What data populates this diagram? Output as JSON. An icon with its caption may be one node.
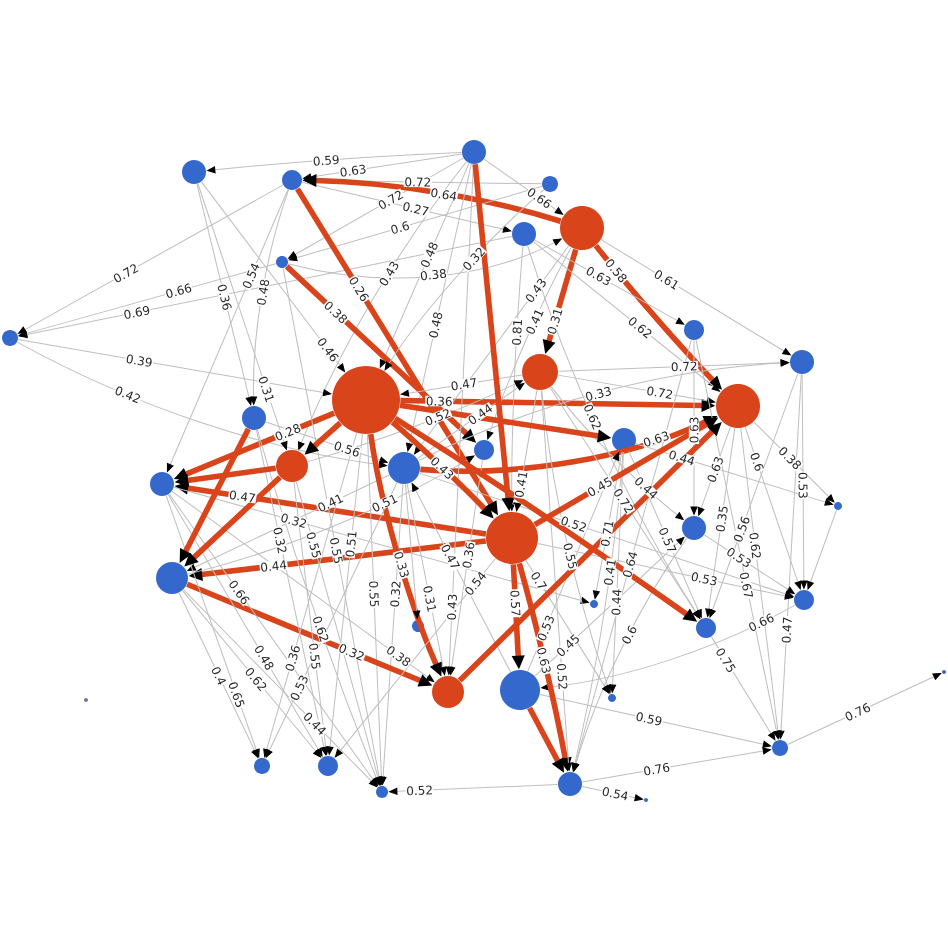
{
  "diagram": {
    "nodes": [
      {
        "text": [],
        "shape": "circle"
      },
      {
        "text": [],
        "shape": "circle"
      },
      {
        "text": [],
        "shape": "circle"
      },
      {
        "text": [],
        "shape": "circle"
      },
      {
        "text": [],
        "shape": "circle"
      },
      {
        "text": [],
        "shape": "circle"
      },
      {
        "text": [],
        "shape": "circle"
      },
      {
        "text": [],
        "shape": "circle"
      },
      {
        "text": [],
        "shape": "circle"
      },
      {
        "text": [],
        "shape": "circle"
      },
      {
        "text": [],
        "shape": "circle"
      },
      {
        "text": [],
        "shape": "circle"
      },
      {
        "text": [],
        "shape": "circle"
      },
      {
        "text": [],
        "shape": "circle"
      },
      {
        "text": [],
        "shape": "circle"
      },
      {
        "text": [],
        "shape": "circle"
      },
      {
        "text": [],
        "shape": "circle"
      },
      {
        "text": [],
        "shape": "circle"
      },
      {
        "text": [],
        "shape": "circle"
      },
      {
        "text": [],
        "shape": "circle"
      },
      {
        "text": [],
        "shape": "circle"
      },
      {
        "text": [],
        "shape": "circle"
      },
      {
        "text": [],
        "shape": "circle"
      },
      {
        "text": [],
        "shape": "circle"
      },
      {
        "text": [],
        "shape": "circle"
      },
      {
        "text": [],
        "shape": "circle"
      },
      {
        "text": [],
        "shape": "circle"
      },
      {
        "text": [],
        "shape": "circle"
      },
      {
        "text": [],
        "shape": "circle"
      },
      {
        "text": [],
        "shape": "circle"
      },
      {
        "text": [],
        "shape": "circle"
      },
      {
        "text": [],
        "shape": "circle"
      },
      {
        "text": [],
        "shape": "circle"
      },
      {
        "text": [],
        "shape": "circle"
      },
      {
        "text": [],
        "shape": "circle"
      },
      {
        "text": [],
        "shape": "circle"
      },
      {
        "text": [],
        "shape": "circle"
      },
      {
        "text": [],
        "shape": "circle"
      }
    ],
    "edges": [
      {
        "from": 0,
        "to": 1,
        "arrow": "to",
        "label": "0.59"
      },
      {
        "from": 0,
        "to": 2,
        "arrow": "to",
        "label": "0.63"
      },
      {
        "from": 3,
        "to": 2,
        "arrow": "to",
        "label": "0.72"
      },
      {
        "from": 0,
        "to": 6,
        "arrow": "to",
        "label": "0.72"
      },
      {
        "from": 2,
        "to": 5,
        "arrow": "to",
        "label": "0.27"
      },
      {
        "from": 4,
        "to": 2,
        "arrow": "to",
        "label": "0.64",
        "style": "thick",
        "color": "#d9441a"
      },
      {
        "from": 3,
        "to": 6,
        "arrow": "to",
        "label": "0.6"
      },
      {
        "from": 6,
        "to": 4,
        "arrow": "to",
        "label": "0.38"
      },
      {
        "from": 0,
        "to": 16,
        "arrow": "to",
        "label": "0.43"
      },
      {
        "from": 0,
        "to": 11,
        "arrow": "to",
        "label": "0.48"
      },
      {
        "from": 0,
        "to": 17,
        "arrow": "to",
        "label": "0.48"
      },
      {
        "from": 2,
        "to": 8,
        "arrow": "to",
        "label": "0.72"
      },
      {
        "from": 5,
        "to": 8,
        "arrow": "to",
        "label": "0.69"
      },
      {
        "from": 6,
        "to": 8,
        "arrow": "to",
        "label": "0.66"
      },
      {
        "from": 8,
        "to": 11,
        "arrow": "to",
        "label": "0.39"
      },
      {
        "from": 8,
        "to": 17,
        "arrow": "to",
        "label": "0.42"
      },
      {
        "from": 2,
        "to": 18,
        "arrow": "to",
        "label": "0.54"
      },
      {
        "from": 1,
        "to": 13,
        "arrow": "to",
        "label": "0.36"
      },
      {
        "from": 1,
        "to": 16,
        "arrow": "to",
        "label": "0.31"
      },
      {
        "from": 2,
        "to": 13,
        "arrow": "to",
        "label": "0.48"
      },
      {
        "from": 2,
        "to": 21,
        "arrow": "to",
        "label": "0.26",
        "style": "thick",
        "color": "#d9441a"
      },
      {
        "from": 6,
        "to": 15,
        "arrow": "to",
        "label": "0.38",
        "style": "thick",
        "color": "#d9441a"
      },
      {
        "from": 1,
        "to": 11,
        "arrow": "to",
        "label": "0.46"
      },
      {
        "from": 11,
        "to": 12,
        "arrow": "to",
        "label": "0.36",
        "style": "thick",
        "color": "#d9441a"
      },
      {
        "from": 11,
        "to": 18,
        "arrow": "to",
        "label": "0.28",
        "style": "thick",
        "color": "#d9441a"
      },
      {
        "from": 13,
        "to": 17,
        "arrow": "to",
        "label": "0.56"
      },
      {
        "from": 3,
        "to": 11,
        "arrow": "to",
        "label": "0.32"
      },
      {
        "from": 0,
        "to": 4,
        "arrow": "to",
        "label": "0.66"
      },
      {
        "from": 4,
        "to": 17,
        "arrow": "to",
        "label": "0.43"
      },
      {
        "from": 4,
        "to": 15,
        "arrow": "to",
        "label": "0.41"
      },
      {
        "from": 5,
        "to": 21,
        "arrow": "to",
        "label": "0.81"
      },
      {
        "from": 4,
        "to": 10,
        "arrow": "to",
        "label": "0.31",
        "style": "thick",
        "color": "#d9441a"
      },
      {
        "from": 4,
        "to": 12,
        "arrow": "to",
        "label": "0.58",
        "style": "thick",
        "color": "#d9441a"
      },
      {
        "from": 4,
        "to": 9,
        "arrow": "to",
        "label": "0.61"
      },
      {
        "from": 5,
        "to": 12,
        "arrow": "to",
        "label": "0.62"
      },
      {
        "from": 5,
        "to": 7,
        "arrow": "to",
        "label": "0.63"
      },
      {
        "from": 10,
        "to": 9,
        "arrow": "to",
        "label": "0.72"
      },
      {
        "from": 10,
        "to": 12,
        "arrow": "to",
        "label": "0.72"
      },
      {
        "from": 10,
        "to": 11,
        "arrow": "to",
        "label": "0.47"
      },
      {
        "from": 16,
        "to": 10,
        "arrow": "to",
        "label": "0.52"
      },
      {
        "from": 17,
        "to": 10,
        "arrow": "to",
        "label": "0.44"
      },
      {
        "from": 17,
        "to": 9,
        "arrow": "to",
        "label": "0.33"
      },
      {
        "from": 17,
        "to": 12,
        "arrow": "to",
        "label": "0.63",
        "style": "thick",
        "color": "#d9441a"
      },
      {
        "from": 21,
        "to": 18,
        "arrow": "to",
        "label": "0.47",
        "style": "thick",
        "color": "#d9441a"
      },
      {
        "from": 18,
        "to": 24,
        "arrow": "to",
        "label": "0.32"
      },
      {
        "from": 21,
        "to": 22,
        "arrow": "to",
        "label": "0.44",
        "style": "thick",
        "color": "#d9441a"
      },
      {
        "from": 17,
        "to": 22,
        "arrow": "to",
        "label": "0.41"
      },
      {
        "from": 22,
        "to": 15,
        "arrow": "to",
        "label": "0.51"
      },
      {
        "from": 6,
        "to": 35,
        "arrow": "to",
        "label": "0.55"
      },
      {
        "from": 11,
        "to": 34,
        "arrow": "to",
        "label": "0.51"
      },
      {
        "from": 11,
        "to": 35,
        "arrow": "to",
        "label": "0.55"
      },
      {
        "from": 17,
        "to": 35,
        "arrow": "to",
        "label": "0.32"
      },
      {
        "from": 11,
        "to": 28,
        "arrow": "to",
        "label": "0.33",
        "style": "thick",
        "color": "#d9441a"
      },
      {
        "from": 17,
        "to": 28,
        "arrow": "to",
        "label": "0.31"
      },
      {
        "from": 22,
        "to": 28,
        "arrow": "to",
        "label": "0.32",
        "style": "thick",
        "color": "#d9441a"
      },
      {
        "from": 18,
        "to": 28,
        "arrow": "to",
        "label": "0.38"
      },
      {
        "from": 15,
        "to": 28,
        "arrow": "to",
        "label": "0.36"
      },
      {
        "from": 0,
        "to": 28,
        "arrow": "to",
        "label": "0.43"
      },
      {
        "from": 13,
        "to": 34,
        "arrow": "to",
        "label": "0.32"
      },
      {
        "from": 13,
        "to": 35,
        "arrow": "to",
        "label": "0.62"
      },
      {
        "from": 16,
        "to": 35,
        "arrow": "to",
        "label": "0.55"
      },
      {
        "from": 16,
        "to": 34,
        "arrow": "to",
        "label": "0.55"
      },
      {
        "from": 11,
        "to": 33,
        "arrow": "to",
        "label": "0.36"
      },
      {
        "from": 18,
        "to": 35,
        "arrow": "to",
        "label": "0.66"
      },
      {
        "from": 22,
        "to": 33,
        "arrow": "to",
        "label": "0.4"
      },
      {
        "from": 18,
        "to": 33,
        "arrow": "to",
        "label": "0.65"
      },
      {
        "from": 18,
        "to": 34,
        "arrow": "to",
        "label": "0.48"
      },
      {
        "from": 22,
        "to": 34,
        "arrow": "to",
        "label": "0.62"
      },
      {
        "from": 22,
        "to": 35,
        "arrow": "to",
        "label": "0.44"
      },
      {
        "from": 17,
        "to": 33,
        "arrow": "to",
        "label": "0.53"
      },
      {
        "from": 36,
        "to": 35,
        "arrow": "to",
        "label": "0.52"
      },
      {
        "from": 29,
        "to": 32,
        "arrow": "to",
        "label": "0.59"
      },
      {
        "from": 36,
        "to": 32,
        "arrow": "to",
        "label": "0.76"
      },
      {
        "from": 36,
        "to": 37,
        "arrow": "to",
        "label": "0.54"
      },
      {
        "from": 32,
        "to": 27,
        "arrow": "to",
        "label": "0.76"
      },
      {
        "from": 26,
        "to": 32,
        "arrow": "to",
        "label": "0.75"
      },
      {
        "from": 20,
        "to": 36,
        "arrow": "to",
        "label": "0.6"
      },
      {
        "from": 9,
        "to": 32,
        "arrow": "to",
        "label": "0.47"
      },
      {
        "from": 12,
        "to": 19,
        "arrow": "to",
        "label": "0.38"
      },
      {
        "from": 23,
        "to": 29,
        "arrow": "to",
        "label": "0.66"
      },
      {
        "from": 20,
        "to": 23,
        "arrow": "to",
        "label": "0.53"
      },
      {
        "from": 21,
        "to": 23,
        "arrow": "to",
        "label": "0.53"
      },
      {
        "from": 14,
        "to": 26,
        "arrow": "to",
        "label": "0.57"
      },
      {
        "from": 10,
        "to": 26,
        "arrow": "to",
        "label": "0.72"
      },
      {
        "from": 5,
        "to": 26,
        "arrow": "to",
        "label": "0.62"
      },
      {
        "from": 10,
        "to": 20,
        "arrow": "to",
        "label": "0.44"
      },
      {
        "from": 14,
        "to": 19,
        "arrow": "to",
        "label": "0.44"
      },
      {
        "from": 12,
        "to": 20,
        "arrow": "to",
        "label": "0.63"
      },
      {
        "from": 9,
        "to": 23,
        "arrow": "to",
        "label": "0.53"
      },
      {
        "from": 12,
        "to": 23,
        "arrow": "to",
        "label": "0.6"
      },
      {
        "from": 7,
        "to": 20,
        "arrow": "to",
        "label": "0.63"
      },
      {
        "from": 12,
        "to": 26,
        "arrow": "to",
        "label": "0.35"
      },
      {
        "from": 9,
        "to": 26,
        "arrow": "to",
        "label": "0.56"
      },
      {
        "from": 12,
        "to": 32,
        "arrow": "to",
        "label": "0.62"
      },
      {
        "from": 7,
        "to": 32,
        "arrow": "to",
        "label": "0.67"
      },
      {
        "from": 14,
        "to": 24,
        "arrow": "to",
        "label": "0.71"
      },
      {
        "from": 14,
        "to": 36,
        "arrow": "to",
        "label": "0.41"
      },
      {
        "from": 14,
        "to": 30,
        "arrow": "to",
        "label": "0.44"
      },
      {
        "from": 7,
        "to": 36,
        "arrow": "to",
        "label": "0.64"
      },
      {
        "from": 29,
        "to": 14,
        "arrow": "to",
        "label": "0.53"
      },
      {
        "from": 29,
        "to": 20,
        "arrow": "to",
        "label": "0.45"
      },
      {
        "from": 10,
        "to": 30,
        "arrow": "to",
        "label": "0.55"
      },
      {
        "from": 17,
        "to": 23,
        "arrow": "to",
        "label": "0.52"
      },
      {
        "from": 21,
        "to": 30,
        "arrow": "to",
        "label": "0.7"
      },
      {
        "from": 21,
        "to": 34,
        "arrow": "to",
        "label": "0.54"
      },
      {
        "from": 21,
        "to": 29,
        "arrow": "to",
        "label": "0.57",
        "style": "thick",
        "color": "#d9441a"
      },
      {
        "from": 29,
        "to": 17,
        "arrow": "to",
        "label": "0.47"
      },
      {
        "from": 21,
        "to": 36,
        "arrow": "to",
        "label": "0.63",
        "style": "thick",
        "color": "#d9441a"
      },
      {
        "from": 10,
        "to": 36,
        "arrow": "to",
        "label": "0.52"
      },
      {
        "from": 10,
        "to": 21,
        "arrow": "to",
        "label": "0.41"
      },
      {
        "from": 21,
        "to": 12,
        "arrow": "to",
        "label": "0.45",
        "style": "thick",
        "color": "#d9441a"
      },
      {
        "from": 11,
        "to": 21,
        "arrow": "to",
        "label": "0.43",
        "style": "thick",
        "color": "#d9441a"
      },
      {
        "from": 0,
        "to": 21,
        "arrow": "to",
        "style": "thick",
        "color": "#d9441a"
      },
      {
        "from": 28,
        "to": 12,
        "arrow": "to",
        "style": "thick",
        "color": "#d9441a"
      },
      {
        "from": 11,
        "to": 14,
        "arrow": "to",
        "style": "thick",
        "color": "#d9441a"
      },
      {
        "from": 11,
        "to": 26,
        "arrow": "to",
        "style": "thick",
        "color": "#d9441a"
      },
      {
        "from": 29,
        "to": 36,
        "arrow": "to",
        "style": "thick",
        "color": "#d9441a"
      },
      {
        "from": 16,
        "to": 22,
        "arrow": "to",
        "style": "thick",
        "color": "#d9441a"
      },
      {
        "from": 13,
        "to": 22,
        "arrow": "to",
        "style": "thick",
        "color": "#d9441a"
      },
      {
        "from": 11,
        "to": 16,
        "arrow": "to",
        "style": "thick",
        "color": "#d9441a"
      },
      {
        "from": 16,
        "to": 18,
        "arrow": "to",
        "style": "thick",
        "color": "#d9441a"
      },
      {
        "from": 19,
        "to": 23,
        "arrow": "to"
      },
      {
        "from": 17,
        "to": 25,
        "arrow": "to"
      }
    ]
  }
}
